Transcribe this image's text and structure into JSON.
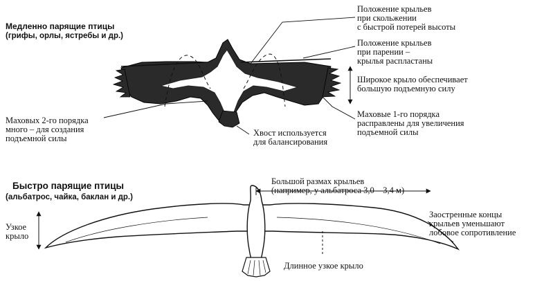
{
  "top": {
    "title": "Медленно парящие птицы",
    "subtitle": "(грифы, орлы, ястребы и др.)",
    "glide_wings": "Положение крыльев\nпри скольжении\nс быстрой потерей высоты",
    "soar_wings": "Положение крыльев\nпри парении –\nкрылья распластаны",
    "broad_wing": "Широкое крыло обеспечивает\nбольшую подъемную силу",
    "primaries": "Маховые 1-го порядка\nрасправлены для увеличения\nподъемной силы",
    "secondaries": "Маховых 2-го порядка\nмного – для создания\nподъемной силы",
    "tail": "Хвост используется\nдля балансирования"
  },
  "bottom": {
    "title": "Быстро парящие птицы",
    "subtitle": "(альбатрос, чайка, баклан и др.)",
    "span": "Большой размах крыльев\n(например, у альбатроса 3,0 – 3,4 м)",
    "tips": "Заостренные концы\nкрыльев уменьшают\nлобовое сопротивление",
    "narrow": "Узкое\nкрыло",
    "long_narrow": "Длинное узкое крыло"
  }
}
